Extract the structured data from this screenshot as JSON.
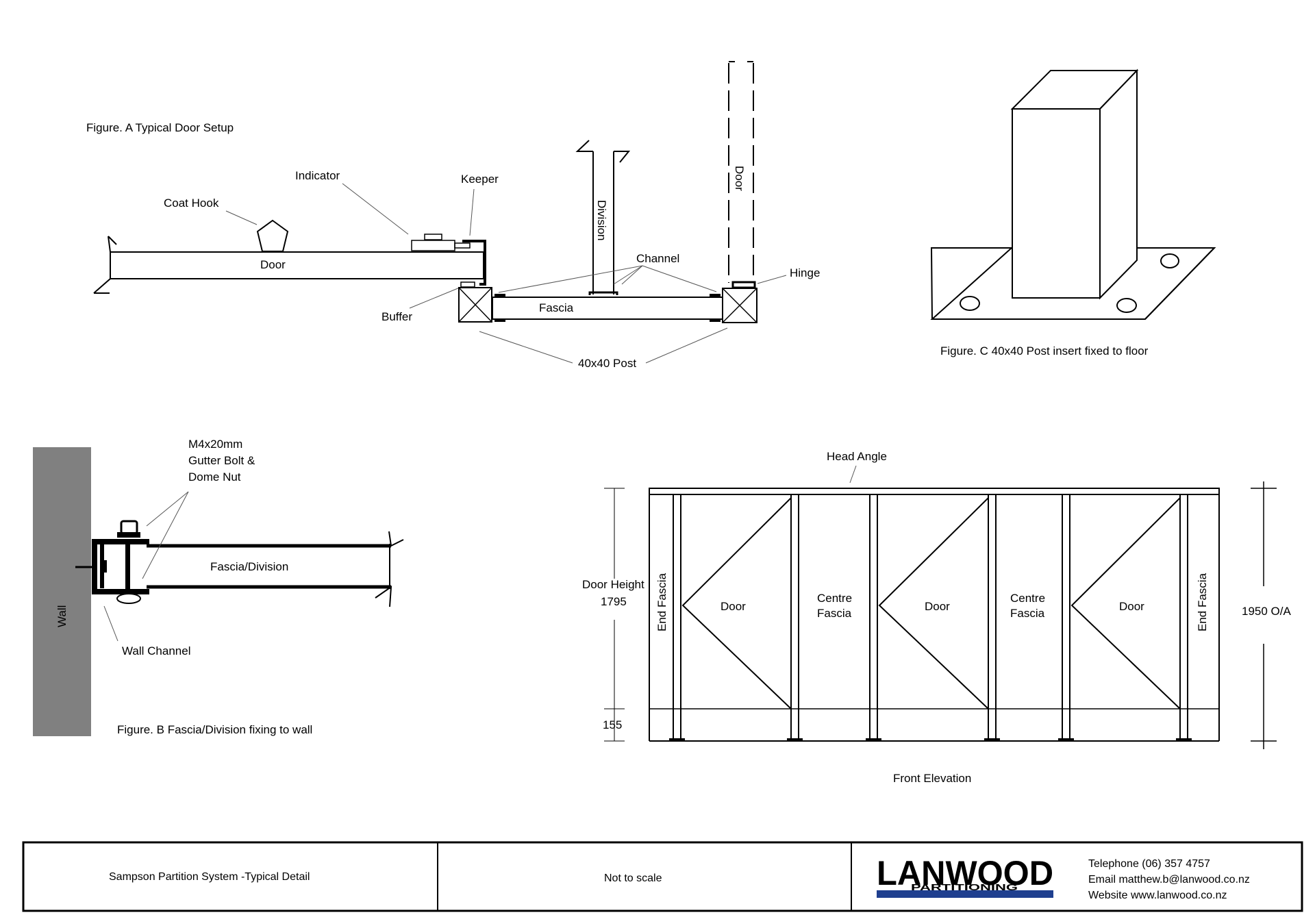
{
  "figure_a": {
    "caption": "Figure. A  Typical Door Setup",
    "door": "Door",
    "coat_hook": "Coat Hook",
    "indicator": "Indicator",
    "keeper": "Keeper",
    "buffer": "Buffer",
    "division": "Division",
    "door_dashed": "Door",
    "channel": "Channel",
    "hinge": "Hinge",
    "fascia": "Fascia",
    "post": "40x40 Post"
  },
  "figure_b": {
    "caption": "Figure. B  Fascia/Division fixing to wall",
    "bolt_line1": "M4x20mm",
    "bolt_line2": "Gutter Bolt &",
    "bolt_line3": "Dome Nut",
    "fascia_division": "Fascia/Division",
    "wall": "Wall",
    "wall_channel": "Wall Channel"
  },
  "figure_c": {
    "caption": "Figure. C  40x40 Post insert fixed to floor"
  },
  "front_elevation": {
    "title": "Front Elevation",
    "head_angle": "Head Angle",
    "door_height_label": "Door Height",
    "door_height_value": "1795",
    "bottom_gap": "155",
    "overall": "1950 O/A",
    "end_fascia_left": "End Fascia",
    "end_fascia_right": "End Fascia",
    "door_1": "Door",
    "door_2": "Door",
    "door_3": "Door",
    "centre_fascia_1_line1": "Centre",
    "centre_fascia_1_line2": "Fascia",
    "centre_fascia_2_line1": "Centre",
    "centre_fascia_2_line2": "Fascia"
  },
  "title_block": {
    "project": "Sampson Partition System -Typical Detail",
    "scale_note": "Not to scale",
    "logo_main": "LANWOOD",
    "logo_sub": "PARTITIONING",
    "telephone": "Telephone (06) 357 4757",
    "email": "Email matthew.b@lanwood.co.nz",
    "website": "Website www.lanwood.co.nz",
    "colors": {
      "logo_blue": "#1f3f8f",
      "logo_red": "#d92b2b",
      "wall_grey": "#808080"
    }
  }
}
